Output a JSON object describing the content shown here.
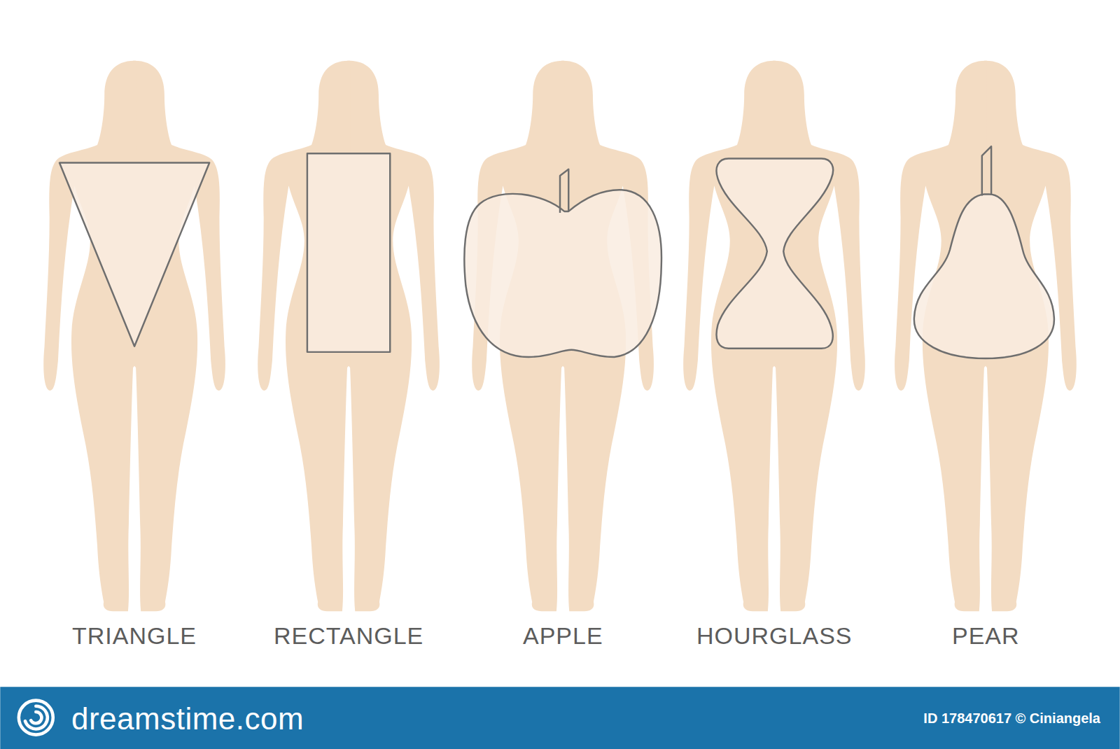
{
  "diagram": {
    "labels": [
      "TRIANGLE",
      "RECTANGLE",
      "APPLE",
      "HOURGLASS",
      "PEAR",
      "dreamstime.com",
      "ID 178470617 © Ciniangela"
    ]
  }
}
